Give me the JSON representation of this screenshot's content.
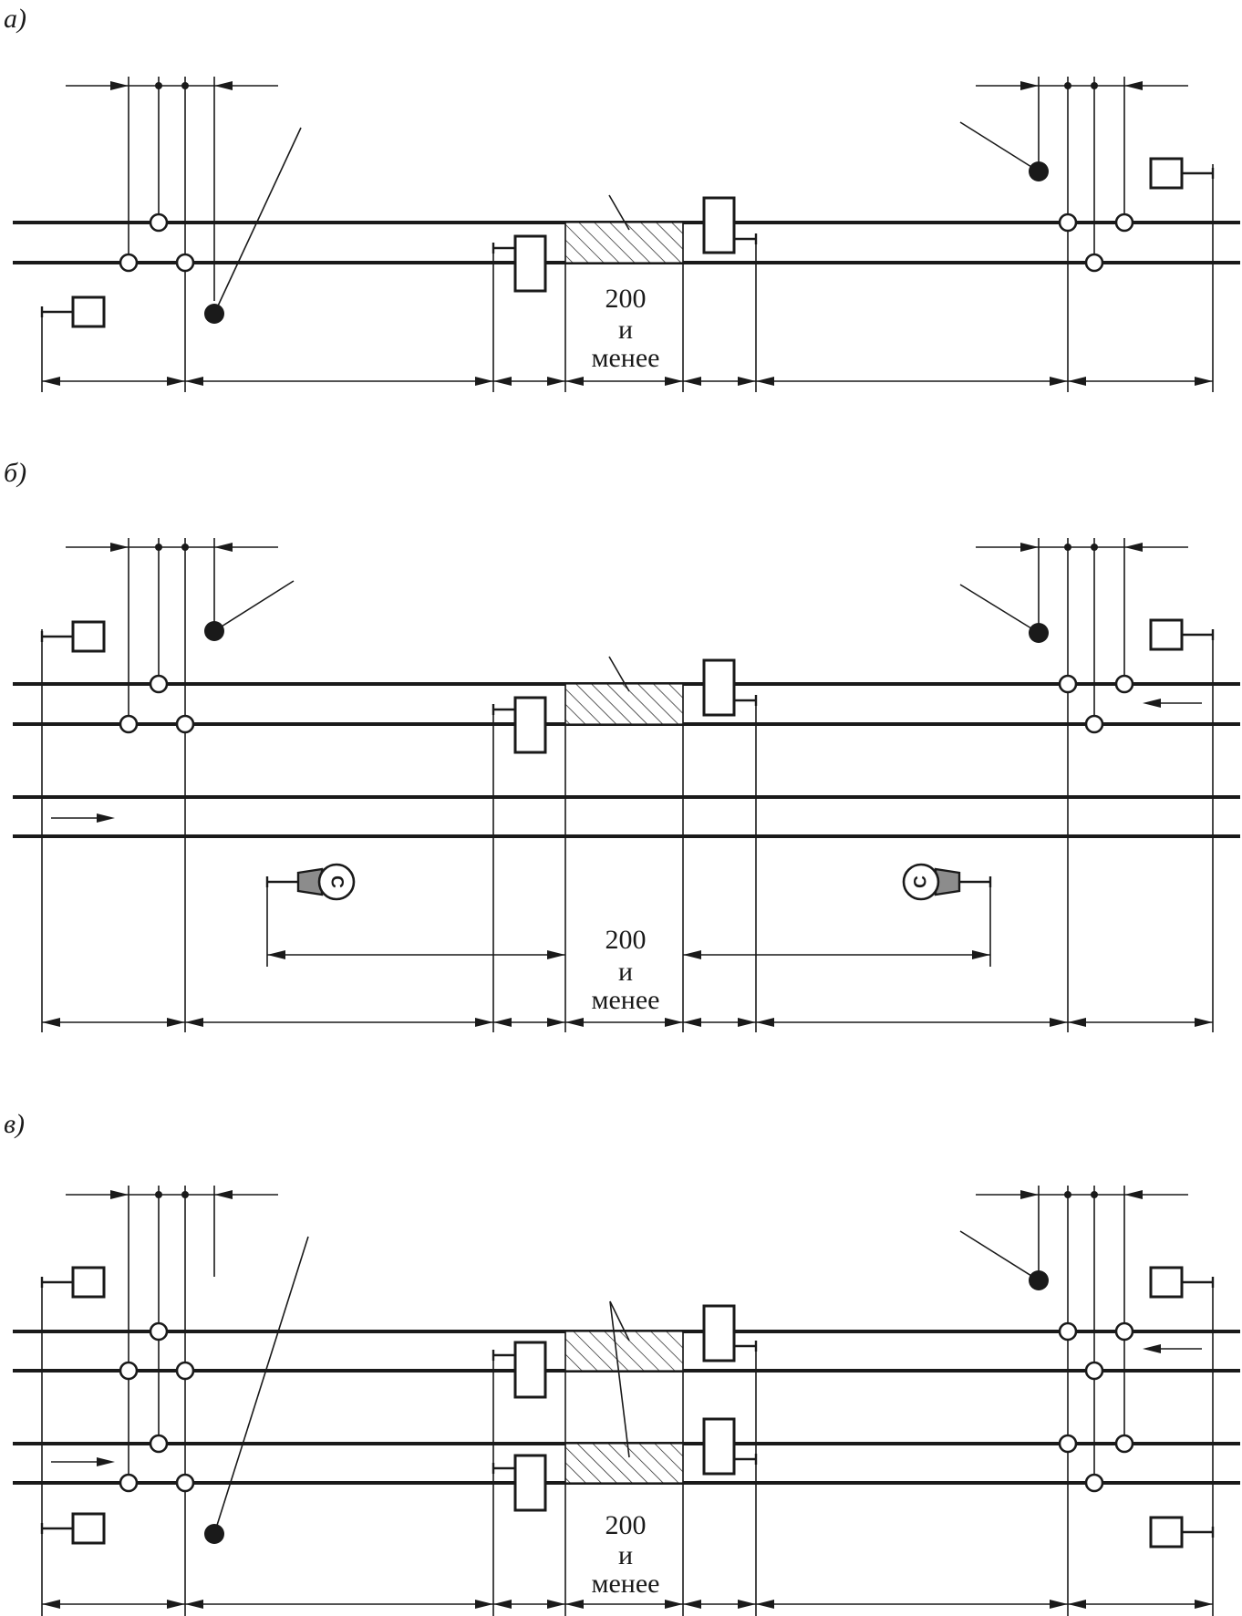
{
  "panels": [
    {
      "id": "a",
      "label": "а)",
      "dims": [
        "200",
        "и",
        "менее"
      ]
    },
    {
      "id": "b",
      "label": "б)",
      "dims": [
        "200",
        "и",
        "менее"
      ]
    },
    {
      "id": "c",
      "label": "в)",
      "dims": [
        "200",
        "и",
        "менее"
      ]
    }
  ],
  "signal_letter": "С",
  "icons": {
    "track_joint": "open-circle",
    "feed_point": "filled-dot",
    "relay_box": "rectangle",
    "speed_signal": "signal-c-icon"
  },
  "colors": {
    "line": "#1a1a1a",
    "signal_body": "#8c8c8c",
    "background": "#ffffff"
  }
}
